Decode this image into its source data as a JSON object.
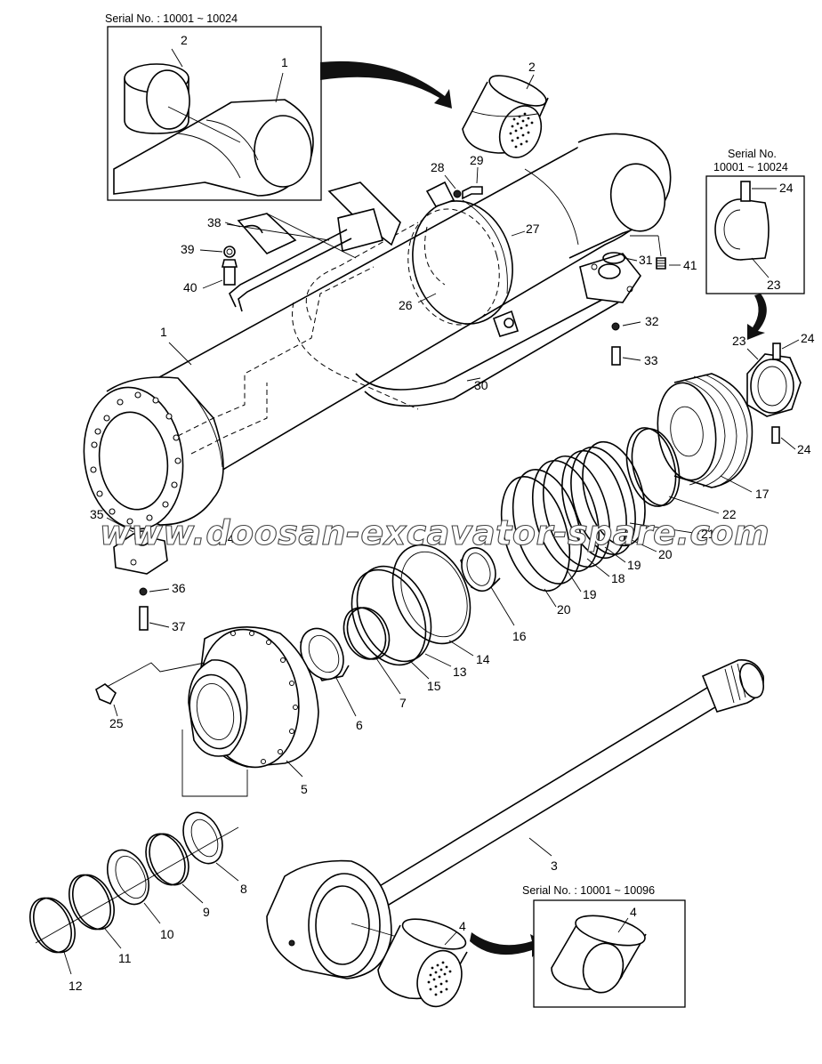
{
  "serial_notes": {
    "top_left": "Serial No. : 10001 ~ 10024",
    "right_line1": "Serial No.",
    "right_line2": "10001 ~ 10024",
    "bottom_right": "Serial No. : 10001 ~ 10096"
  },
  "watermark": "www.doosan-excavator-spare.com",
  "callouts": {
    "p1_inset": "1",
    "p2_inset": "2",
    "p2": "2",
    "p29": "29",
    "p28": "28",
    "p27": "27",
    "p38": "38",
    "p39": "39",
    "p40": "40",
    "p26": "26",
    "p1": "1",
    "p31": "31",
    "p41": "41",
    "p32": "32",
    "p33": "33",
    "p30": "30",
    "p24_inset": "24",
    "p23_inset": "23",
    "p23": "23",
    "p24_top": "24",
    "p24_bottom": "24",
    "p17": "17",
    "p22": "22",
    "p21": "21",
    "p20a": "20",
    "p19a": "19",
    "p18": "18",
    "p19b": "19",
    "p20b": "20",
    "p16": "16",
    "p14": "14",
    "p13": "13",
    "p15": "15",
    "p7": "7",
    "p6": "6",
    "p35": "35",
    "p34": "34",
    "p36": "36",
    "p37": "37",
    "p25": "25",
    "p5": "5",
    "p8": "8",
    "p9": "9",
    "p10": "10",
    "p11": "11",
    "p12": "12",
    "p3": "3",
    "p4": "4",
    "p4_inset": "4"
  },
  "icons": {
    "cylinder_tube": "cylinder-tube-drawing",
    "piston_rod": "piston-rod-drawing",
    "cylinder_head": "cylinder-head-drawing",
    "piston": "piston-drawing",
    "nut": "hex-nut-drawing",
    "bushing": "bushing-drawing",
    "pipe": "hydraulic-pipe-drawing"
  }
}
